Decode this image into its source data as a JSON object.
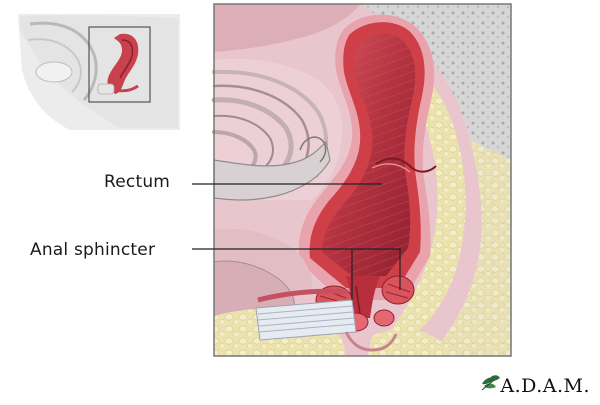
{
  "labels": {
    "rectum": "Rectum",
    "anal_sphincter": "Anal sphincter"
  },
  "logo": {
    "text": "A.D.A.M."
  },
  "colors": {
    "rectum_wall": "#c0303c",
    "rectum_lumen": "#b83844",
    "tissue_pink": "#e7b9c1",
    "fat_yellow": "#ede3b0",
    "bone_gray": "#cfcfcf",
    "muscle_white": "#e9edf2",
    "frame_gray": "#777777"
  }
}
